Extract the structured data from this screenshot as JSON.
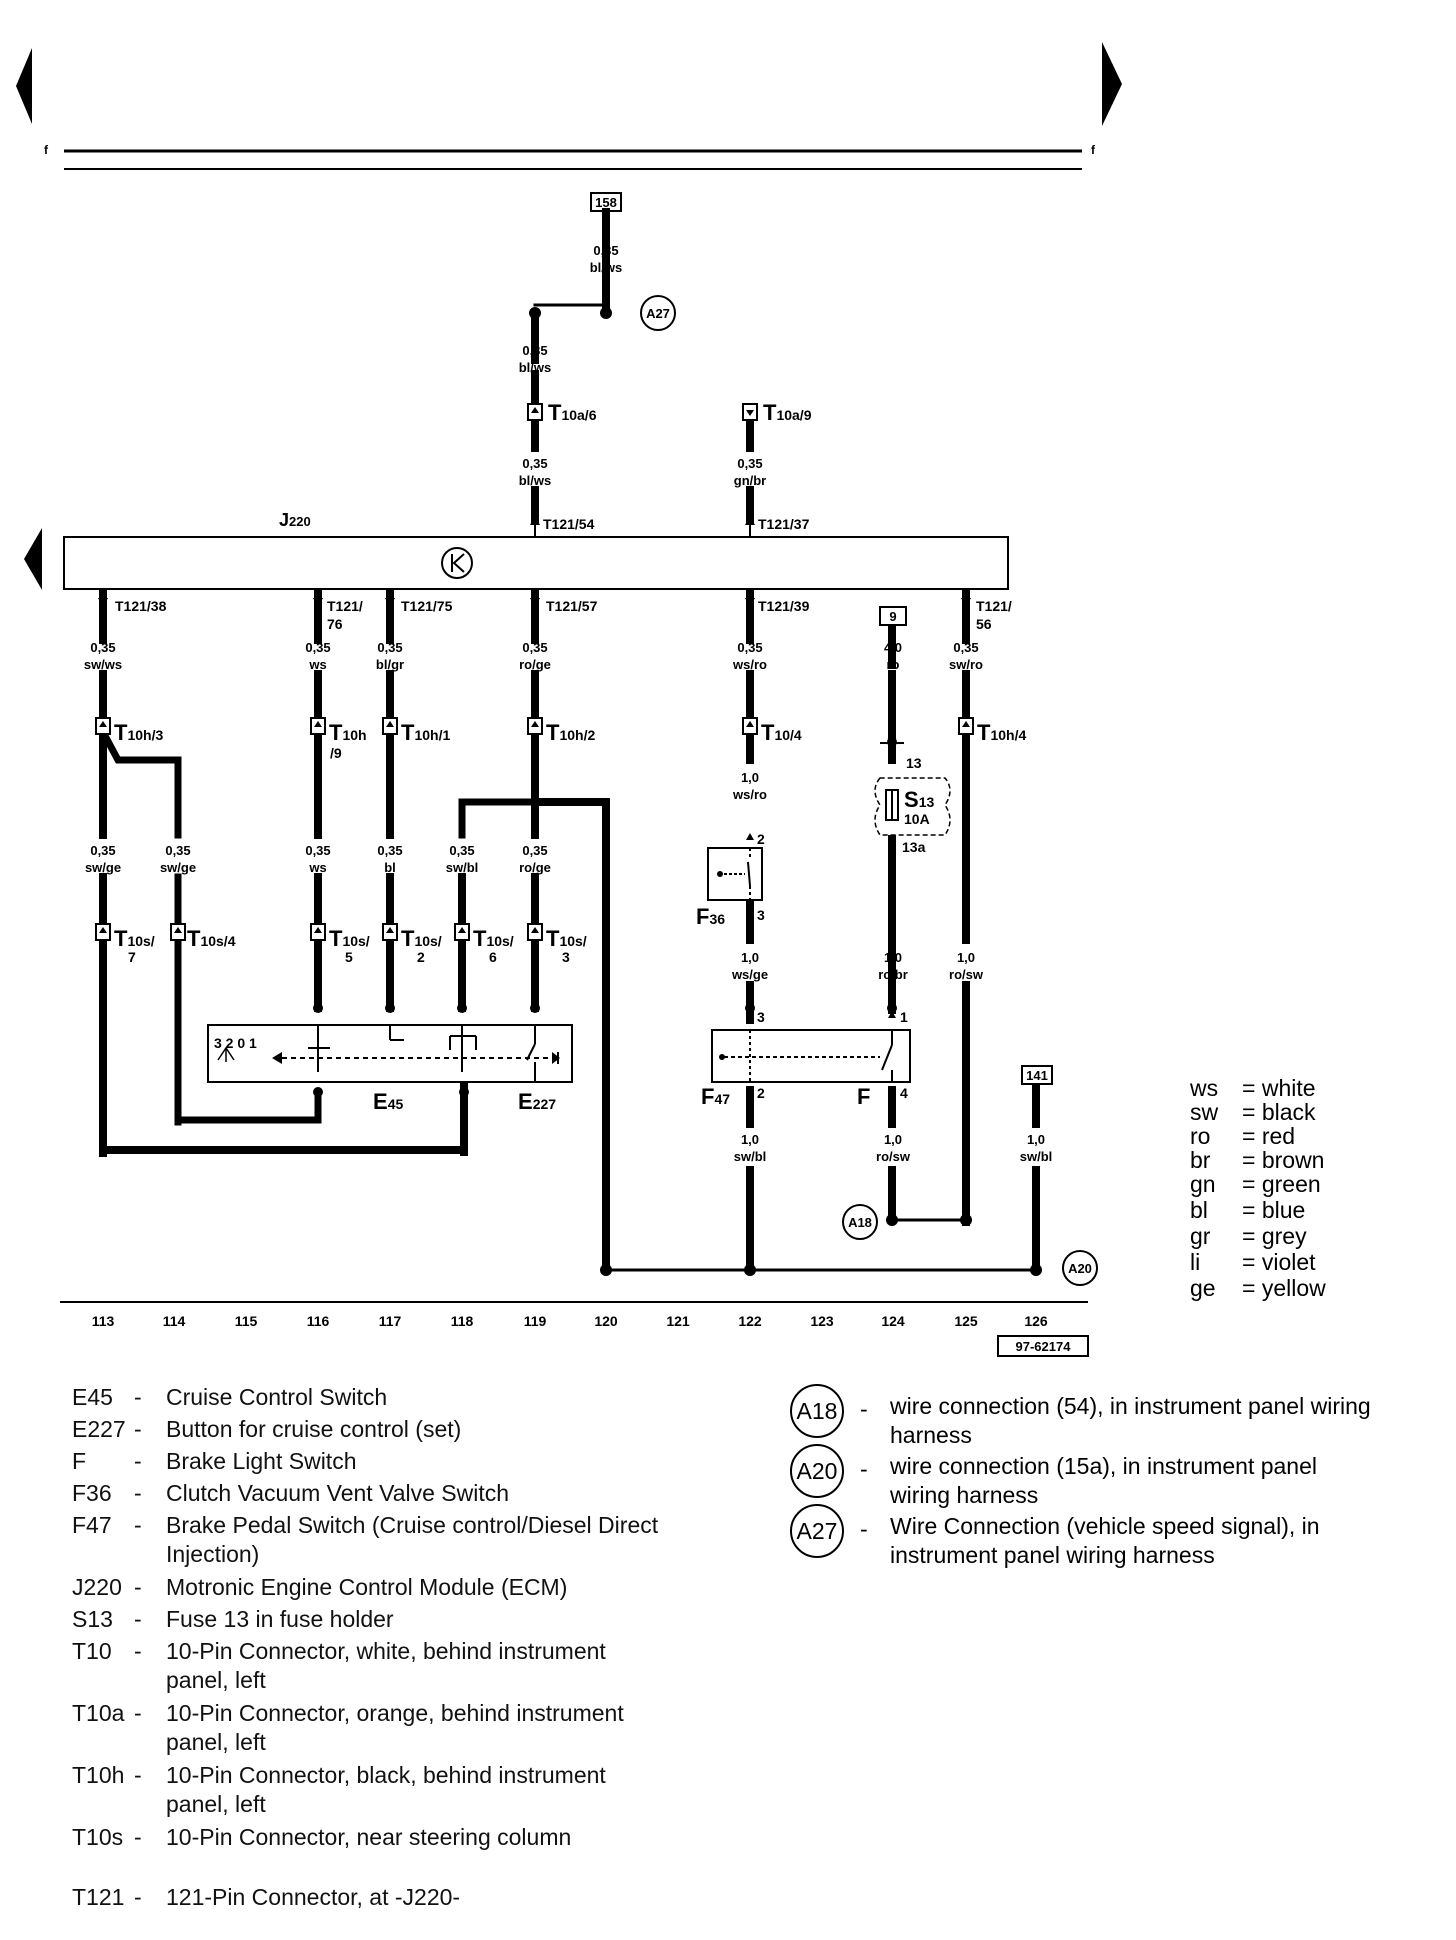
{
  "top_markers": {
    "left": "f",
    "right": "f"
  },
  "ecm": {
    "label": "J220",
    "label_main": "J",
    "label_sub": "220"
  },
  "refs": {
    "r158": "158",
    "r9": "9",
    "r141": "141"
  },
  "wire_labels": [
    {
      "id": "w1",
      "size": "0,35",
      "color": "bl/ws"
    },
    {
      "id": "w2",
      "size": "0,35",
      "color": "bl/ws"
    },
    {
      "id": "w3",
      "size": "0,35",
      "color": "bl/ws"
    },
    {
      "id": "w4",
      "size": "0,35",
      "color": "gn/br"
    },
    {
      "id": "w5",
      "size": "0,35",
      "color": "sw/ws"
    },
    {
      "id": "w6",
      "size": "0,35",
      "color": "ws"
    },
    {
      "id": "w7",
      "size": "0,35",
      "color": "bl/gr"
    },
    {
      "id": "w8",
      "size": "0,35",
      "color": "ro/ge"
    },
    {
      "id": "w9",
      "size": "0,35",
      "color": "ws/ro"
    },
    {
      "id": "w10",
      "size": "4,0",
      "color": "ro"
    },
    {
      "id": "w11",
      "size": "0,35",
      "color": "sw/ro"
    },
    {
      "id": "w12",
      "size": "1,0",
      "color": "ws/ro"
    },
    {
      "id": "w13",
      "size": "0,35",
      "color": "sw/ge"
    },
    {
      "id": "w14",
      "size": "0,35",
      "color": "sw/ge"
    },
    {
      "id": "w15",
      "size": "0,35",
      "color": "ws"
    },
    {
      "id": "w16",
      "size": "0,35",
      "color": "bl"
    },
    {
      "id": "w17",
      "size": "0,35",
      "color": "sw/bl"
    },
    {
      "id": "w18",
      "size": "0,35",
      "color": "ro/ge"
    },
    {
      "id": "w19",
      "size": "1,0",
      "color": "ws/ge"
    },
    {
      "id": "w20",
      "size": "1,0",
      "color": "ro/br"
    },
    {
      "id": "w21",
      "size": "1,0",
      "color": "ro/sw"
    },
    {
      "id": "w22",
      "size": "1,0",
      "color": "sw/bl"
    },
    {
      "id": "w23",
      "size": "1,0",
      "color": "ro/sw"
    },
    {
      "id": "w24",
      "size": "1,0",
      "color": "sw/bl"
    }
  ],
  "pins_t121": [
    "T121/54",
    "T121/37",
    "T121/38",
    "T121/",
    "76",
    "T121/75",
    "T121/57",
    "T121/39",
    "T121/",
    "56"
  ],
  "connectors": [
    {
      "id": "c1",
      "main": "T",
      "sub": "10a/6"
    },
    {
      "id": "c2",
      "main": "T",
      "sub": "10a/9"
    },
    {
      "id": "c3",
      "main": "T",
      "sub": "10h/3"
    },
    {
      "id": "c4",
      "main": "T",
      "sub": "10h",
      "sub2": "/9"
    },
    {
      "id": "c5",
      "main": "T",
      "sub": "10h/1"
    },
    {
      "id": "c6",
      "main": "T",
      "sub": "10h/2"
    },
    {
      "id": "c7",
      "main": "T",
      "sub": "10/4"
    },
    {
      "id": "c8",
      "main": "T",
      "sub": "10h/4"
    },
    {
      "id": "c9",
      "main": "T",
      "sub": "10s/",
      "sub2": "7"
    },
    {
      "id": "c10",
      "main": "T",
      "sub": "10s/4"
    },
    {
      "id": "c11",
      "main": "T",
      "sub": "10s/",
      "sub2": "5"
    },
    {
      "id": "c12",
      "main": "T",
      "sub": "10s/",
      "sub2": "2"
    },
    {
      "id": "c13",
      "main": "T",
      "sub": "10s/",
      "sub2": "6"
    },
    {
      "id": "c14",
      "main": "T",
      "sub": "10s/",
      "sub2": "3"
    }
  ],
  "components": {
    "e45": {
      "main": "E",
      "sub": "45"
    },
    "e227": {
      "main": "E",
      "sub": "227"
    },
    "f36": {
      "main": "F",
      "sub": "36"
    },
    "f47": {
      "main": "F",
      "sub": "47"
    },
    "f": "F",
    "s13": {
      "main": "S",
      "sub": "13",
      "rating": "10A"
    },
    "switch_positions": "3 2 0 1"
  },
  "pin_numbers": {
    "s13_in": "13",
    "s13_out": "13a",
    "f36_in": "2",
    "f36_out": "3",
    "f47_in": "3",
    "f47_out": "2",
    "f_in": "1",
    "f_out": "4"
  },
  "junctions": [
    "A27",
    "A18",
    "A20"
  ],
  "tracks": [
    "113",
    "114",
    "115",
    "116",
    "117",
    "118",
    "119",
    "120",
    "121",
    "122",
    "123",
    "124",
    "125",
    "126"
  ],
  "diagram_id": "97-62174",
  "color_codes": [
    {
      "abbr": "ws",
      "name": "white"
    },
    {
      "abbr": "sw",
      "name": "black"
    },
    {
      "abbr": "ro",
      "name": "red"
    },
    {
      "abbr": "br",
      "name": "brown"
    },
    {
      "abbr": "gn",
      "name": "green"
    },
    {
      "abbr": "bl",
      "name": "blue"
    },
    {
      "abbr": "gr",
      "name": "grey"
    },
    {
      "abbr": "li",
      "name": "violet"
    },
    {
      "abbr": "ge",
      "name": "yellow"
    }
  ],
  "legend": [
    {
      "code": "E45",
      "desc": "Cruise Control Switch"
    },
    {
      "code": "E227",
      "desc": "Button for cruise control (set)"
    },
    {
      "code": "F",
      "desc": "Brake Light Switch"
    },
    {
      "code": "F36",
      "desc": "Clutch Vacuum Vent Valve Switch"
    },
    {
      "code": "F47",
      "desc": "Brake Pedal Switch (Cruise control/Diesel Direct",
      "desc2": "Injection)"
    },
    {
      "code": "J220",
      "desc": "Motronic Engine Control Module (ECM)"
    },
    {
      "code": "S13",
      "desc": "Fuse 13 in fuse holder"
    },
    {
      "code": "T10",
      "desc": "10-Pin Connector, white, behind instrument",
      "desc2": "panel, left"
    },
    {
      "code": "T10a",
      "desc": "10-Pin Connector, orange, behind instrument",
      "desc2": "panel, left"
    },
    {
      "code": "T10h",
      "desc": "10-Pin Connector, black, behind instrument",
      "desc2": "panel, left"
    },
    {
      "code": "T10s",
      "desc": "10-Pin Connector,  near steering column"
    },
    {
      "code": "T121",
      "desc": "121-Pin Connector, at -J220-"
    }
  ],
  "connection_legend": [
    {
      "code": "A18",
      "desc": "wire connection (54), in instrument panel wiring",
      "desc2": "harness"
    },
    {
      "code": "A20",
      "desc": "wire connection (15a), in instrument panel",
      "desc2": "wiring harness"
    },
    {
      "code": "A27",
      "desc": "Wire Connection (vehicle speed signal), in",
      "desc2": "instrument panel wiring harness"
    }
  ]
}
